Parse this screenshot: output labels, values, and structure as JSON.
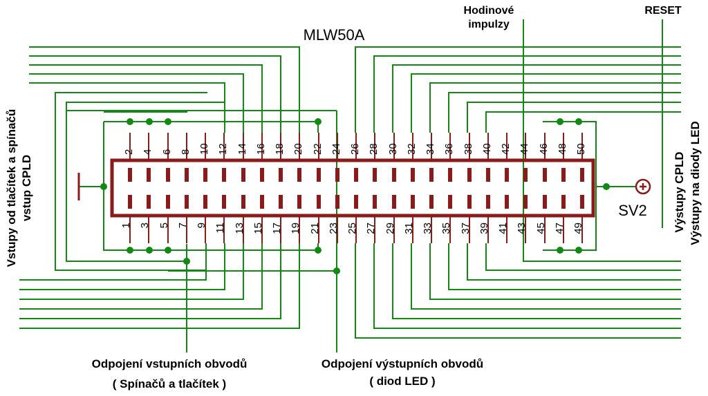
{
  "connector": {
    "part_name": "MLW50A",
    "ref": "SV2",
    "even_pins": [
      "2",
      "4",
      "6",
      "8",
      "10",
      "12",
      "14",
      "16",
      "18",
      "20",
      "22",
      "24",
      "26",
      "28",
      "30",
      "32",
      "34",
      "36",
      "38",
      "40",
      "42",
      "44",
      "46",
      "48",
      "50"
    ],
    "odd_pins": [
      "1",
      "3",
      "5",
      "7",
      "9",
      "11",
      "13",
      "15",
      "17",
      "19",
      "21",
      "23",
      "25",
      "27",
      "29",
      "31",
      "33",
      "35",
      "37",
      "39",
      "41",
      "43",
      "45",
      "47",
      "49"
    ]
  },
  "labels": {
    "clock": [
      "Hodinové",
      "impulzy"
    ],
    "reset": "RESET",
    "left_side": [
      "Vstupy od tlačítek a spínačů",
      "vstup CPLD"
    ],
    "right_side": [
      "Výstupy CPLD",
      "Výstupy na diody LED"
    ],
    "bottom_left": [
      "Odpojení vstupních obvodů",
      "( Spínačů a tlačítek )"
    ],
    "bottom_right": [
      "Odpojení výstupních obvodů",
      "( diod LED )"
    ]
  },
  "colors": {
    "wire": "#118a11",
    "body": "#8b1a1a",
    "pin": "#8b1a1a",
    "text": "#000000"
  }
}
